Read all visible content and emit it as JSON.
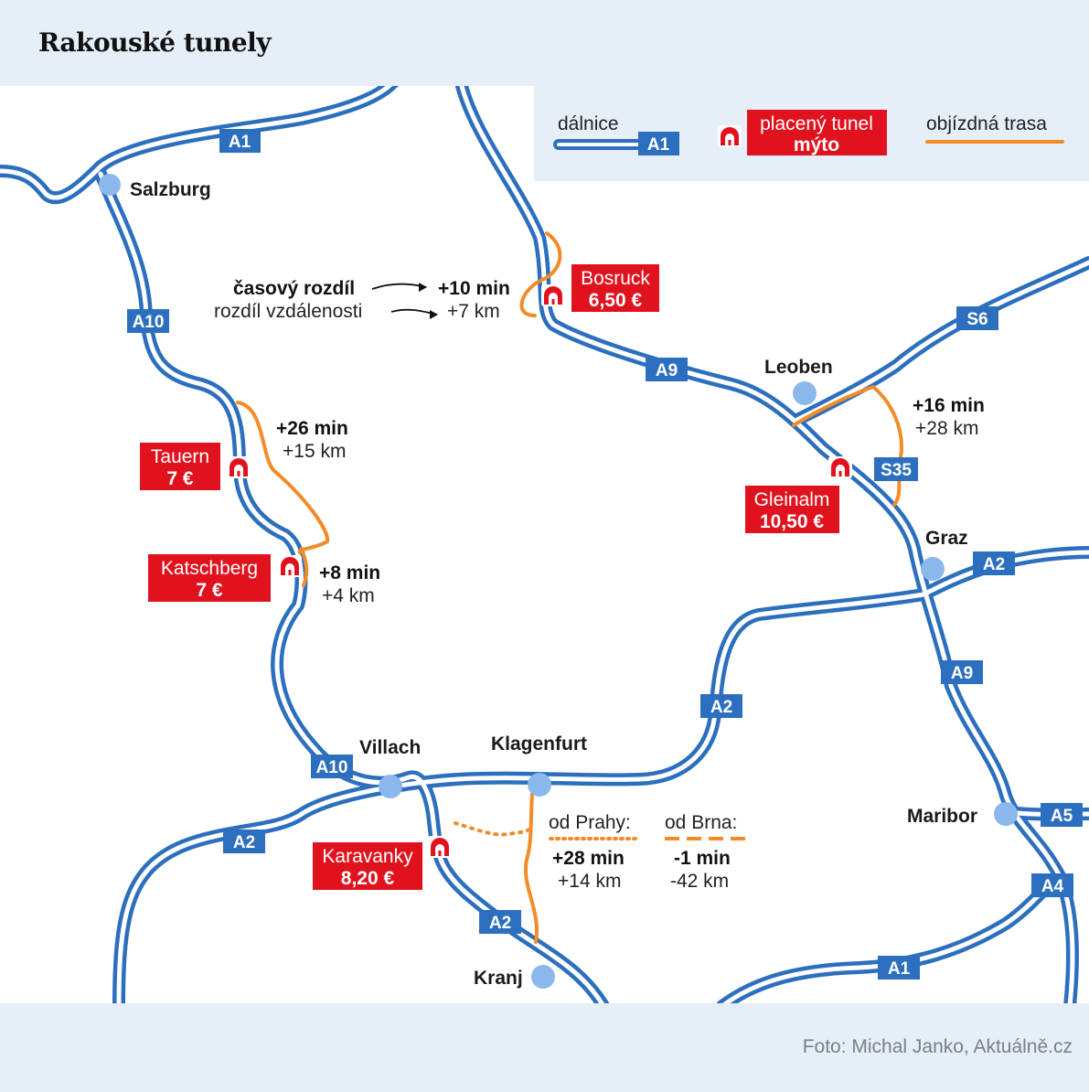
{
  "title": "Rakouské tunely",
  "credit": "Foto: Michal Janko, Aktuálně.cz",
  "colors": {
    "road": "#2c6fbe",
    "toll": "#e0121e",
    "detour": "#f28c28",
    "city": "#8ab7ec",
    "panel": "#e6eef8"
  },
  "icons": {
    "tunnel": "tunnel-icon",
    "city": "city-dot-icon"
  },
  "legend": {
    "highway_label": "dálnice",
    "highway_shield": "A1",
    "toll_line1": "placený tunel",
    "toll_line2": "mýto",
    "detour_label": "objízdná trasa"
  },
  "explain": {
    "time_label": "časový rozdíl",
    "distance_label": "rozdíl vzdálenosti"
  },
  "cities": {
    "salzburg": "Salzburg",
    "leoben": "Leoben",
    "graz": "Graz",
    "villach": "Villach",
    "klagenfurt": "Klagenfurt",
    "maribor": "Maribor",
    "kranj": "Kranj"
  },
  "shields": {
    "a1_top": "A1",
    "a10_north": "A10",
    "a10_south": "A10",
    "a9_north": "A9",
    "a9_south": "A9",
    "s6": "S6",
    "s35": "S35",
    "a2_graz": "A2",
    "a2_mid": "A2",
    "a2_west": "A2",
    "a2_kranj": "A2",
    "a5": "A5",
    "a4": "A4",
    "a1_bottom": "A1"
  },
  "tunnels": {
    "bosruck": {
      "name": "Bosruck",
      "price": "6,50 €",
      "time": "+10 min",
      "distance": "+7 km"
    },
    "tauern": {
      "name": "Tauern",
      "price": "7 €",
      "time": "+26 min",
      "distance": "+15 km"
    },
    "katschberg": {
      "name": "Katschberg",
      "price": "7 €",
      "time": "+8 min",
      "distance": "+4 km"
    },
    "gleinalm": {
      "name": "Gleinalm",
      "price": "10,50 €",
      "time": "+16 min",
      "distance": "+28 km"
    },
    "karavanky": {
      "name": "Karavanky",
      "price": "8,20 €",
      "from_prague": {
        "label": "od Prahy:",
        "time": "+28 min",
        "distance": "+14 km"
      },
      "from_brno": {
        "label": "od Brna:",
        "time": "-1 min",
        "distance": "-42 km"
      }
    }
  }
}
